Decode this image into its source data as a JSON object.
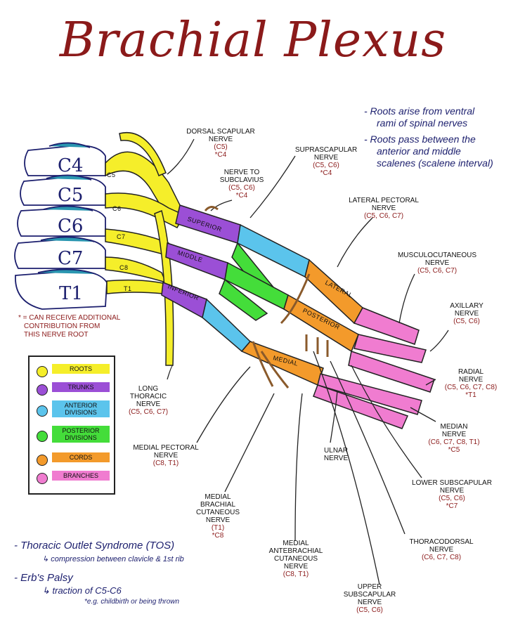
{
  "title": "Brachial Plexus",
  "vertebrae": [
    "C4",
    "C5",
    "C6",
    "C7",
    "T1"
  ],
  "root_tags": [
    "C5",
    "C6",
    "C7",
    "C8",
    "T1"
  ],
  "segments": {
    "superior": "SUPERIOR",
    "middle": "MIDDLE",
    "inferior": "INFERIOR",
    "lateral": "LATERAL",
    "posterior": "POSTERIOR",
    "medial": "MEDIAL"
  },
  "notes": {
    "line1": "- Roots arise from ventral",
    "line2": "rami of spinal nerves",
    "line3": "- Roots pass between the",
    "line4": "anterior and middle",
    "line5": "scalenes (scalene interval)"
  },
  "asterisk_note": {
    "line1": "* = CAN RECEIVE ADDITIONAL",
    "line2": "CONTRIBUTION FROM",
    "line3": "THIS NERVE ROOT"
  },
  "nerves": {
    "dorsal_scapular": {
      "name1": "DORSAL SCAPULAR",
      "name2": "NERVE",
      "roots": "(C5)",
      "extra": "*C4"
    },
    "nerve_to_subclavius": {
      "name1": "NERVE TO",
      "name2": "SUBCLAVIUS",
      "roots": "(C5, C6)",
      "extra": "*C4"
    },
    "suprascapular": {
      "name1": "SUPRASCAPULAR",
      "name2": "NERVE",
      "roots": "(C5, C6)",
      "extra": "*C4"
    },
    "lateral_pectoral": {
      "name1": "LATERAL PECTORAL",
      "name2": "NERVE",
      "roots": "(C5, C6, C7)"
    },
    "musculocutaneous": {
      "name1": "MUSCULOCUTANEOUS",
      "name2": "NERVE",
      "roots": "(C5, C6, C7)"
    },
    "axillary": {
      "name1": "AXILLARY",
      "name2": "NERVE",
      "roots": "(C5, C6)"
    },
    "radial": {
      "name1": "RADIAL",
      "name2": "NERVE",
      "roots": "(C5, C6, C7, C8)",
      "extra": "*T1"
    },
    "median": {
      "name1": "MEDIAN",
      "name2": "NERVE",
      "roots": "(C6, C7, C8, T1)",
      "extra": "*C5"
    },
    "lower_subscapular": {
      "name1": "LOWER SUBSCAPULAR",
      "name2": "NERVE",
      "roots": "(C5, C6)",
      "extra": "*C7"
    },
    "thoracodorsal": {
      "name1": "THORACODORSAL",
      "name2": "NERVE",
      "roots": "(C6, C7, C8)"
    },
    "upper_subscapular": {
      "name1": "UPPER",
      "name2": "SUBSCAPULAR",
      "name3": "NERVE",
      "roots": "(C5, C6)"
    },
    "medial_antebrachial": {
      "name1": "MEDIAL",
      "name2": "ANTEBRACHIAL",
      "name3": "CUTANEOUS",
      "name4": "NERVE",
      "roots": "(C8, T1)"
    },
    "ulnar": {
      "name1": "ULNAR",
      "name2": "NERVE"
    },
    "medial_brachial": {
      "name1": "MEDIAL",
      "name2": "BRACHIAL",
      "name3": "CUTANEOUS",
      "name4": "NERVE",
      "roots": "(T1)",
      "extra": "*C8"
    },
    "medial_pectoral": {
      "name1": "MEDIAL PECTORAL",
      "name2": "NERVE",
      "roots": "(C8, T1)"
    },
    "long_thoracic": {
      "name1": "LONG",
      "name2": "THORACIC",
      "name3": "NERVE",
      "roots": "(C5, C6, C7)"
    }
  },
  "legend": [
    {
      "label": "ROOTS",
      "color": "#f5ee2a"
    },
    {
      "label": "TRUNKS",
      "color": "#9b4fd6"
    },
    {
      "label": "ANTERIOR DIVISIONS",
      "color": "#5bc4ec"
    },
    {
      "label": "POSTERIOR DIVISIONS",
      "color": "#44dd3a"
    },
    {
      "label": "CORDS",
      "color": "#f39a2b"
    },
    {
      "label": "BRANCHES",
      "color": "#f07cd0"
    }
  ],
  "bottom": {
    "tos": "- Thoracic Outlet Syndrome (TOS)",
    "tos_sub": "↳ compression between clavicle & 1st rib",
    "erb": "- Erb's Palsy",
    "erb_sub": "↳ traction of C5-C6",
    "erb_eg": "*e.g. childbirth or being thrown"
  },
  "colors": {
    "root": "#f5ee2a",
    "trunk": "#9b4fd6",
    "anterior": "#5bc4ec",
    "posterior": "#44dd3a",
    "cord": "#f39a2b",
    "branch": "#f07cd0",
    "title": "#8b1a1a",
    "ink": "#1c1f6e"
  }
}
